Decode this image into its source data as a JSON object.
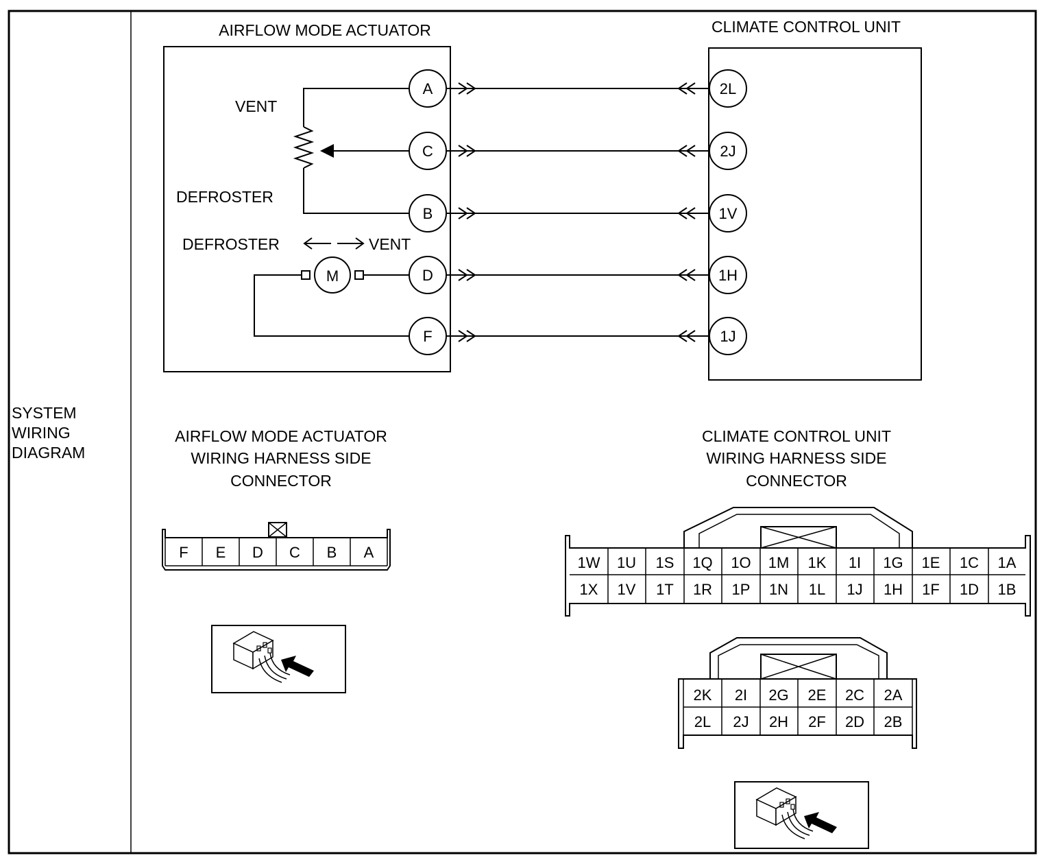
{
  "side_label": {
    "lines": [
      "SYSTEM",
      "WIRING",
      "DIAGRAM"
    ]
  },
  "actuator": {
    "title": "AIRFLOW MODE ACTUATOR",
    "labels": {
      "vent": "VENT",
      "defroster": "DEFROSTER",
      "direction_left": "DEFROSTER",
      "direction_right": "VENT",
      "motor": "M"
    },
    "terminals": [
      "A",
      "C",
      "B",
      "D",
      "F"
    ]
  },
  "climate_unit": {
    "title": "CLIMATE CONTROL UNIT",
    "terminals": [
      "2L",
      "2J",
      "1V",
      "1H",
      "1J"
    ]
  },
  "actuator_connector": {
    "title_lines": [
      "AIRFLOW MODE ACTUATOR",
      "WIRING HARNESS SIDE",
      "CONNECTOR"
    ],
    "pins": [
      "F",
      "E",
      "D",
      "C",
      "B",
      "A"
    ]
  },
  "ccu_connector": {
    "title_lines": [
      "CLIMATE CONTROL UNIT",
      "WIRING HARNESS SIDE",
      "CONNECTOR"
    ],
    "connector1": {
      "top_row": [
        "1W",
        "1U",
        "1S",
        "1Q",
        "1O",
        "1M",
        "1K",
        "1I",
        "1G",
        "1E",
        "1C",
        "1A"
      ],
      "bottom_row": [
        "1X",
        "1V",
        "1T",
        "1R",
        "1P",
        "1N",
        "1L",
        "1J",
        "1H",
        "1F",
        "1D",
        "1B"
      ]
    },
    "connector2": {
      "top_row": [
        "2K",
        "2I",
        "2G",
        "2E",
        "2C",
        "2A"
      ],
      "bottom_row": [
        "2L",
        "2J",
        "2H",
        "2F",
        "2D",
        "2B"
      ]
    }
  }
}
